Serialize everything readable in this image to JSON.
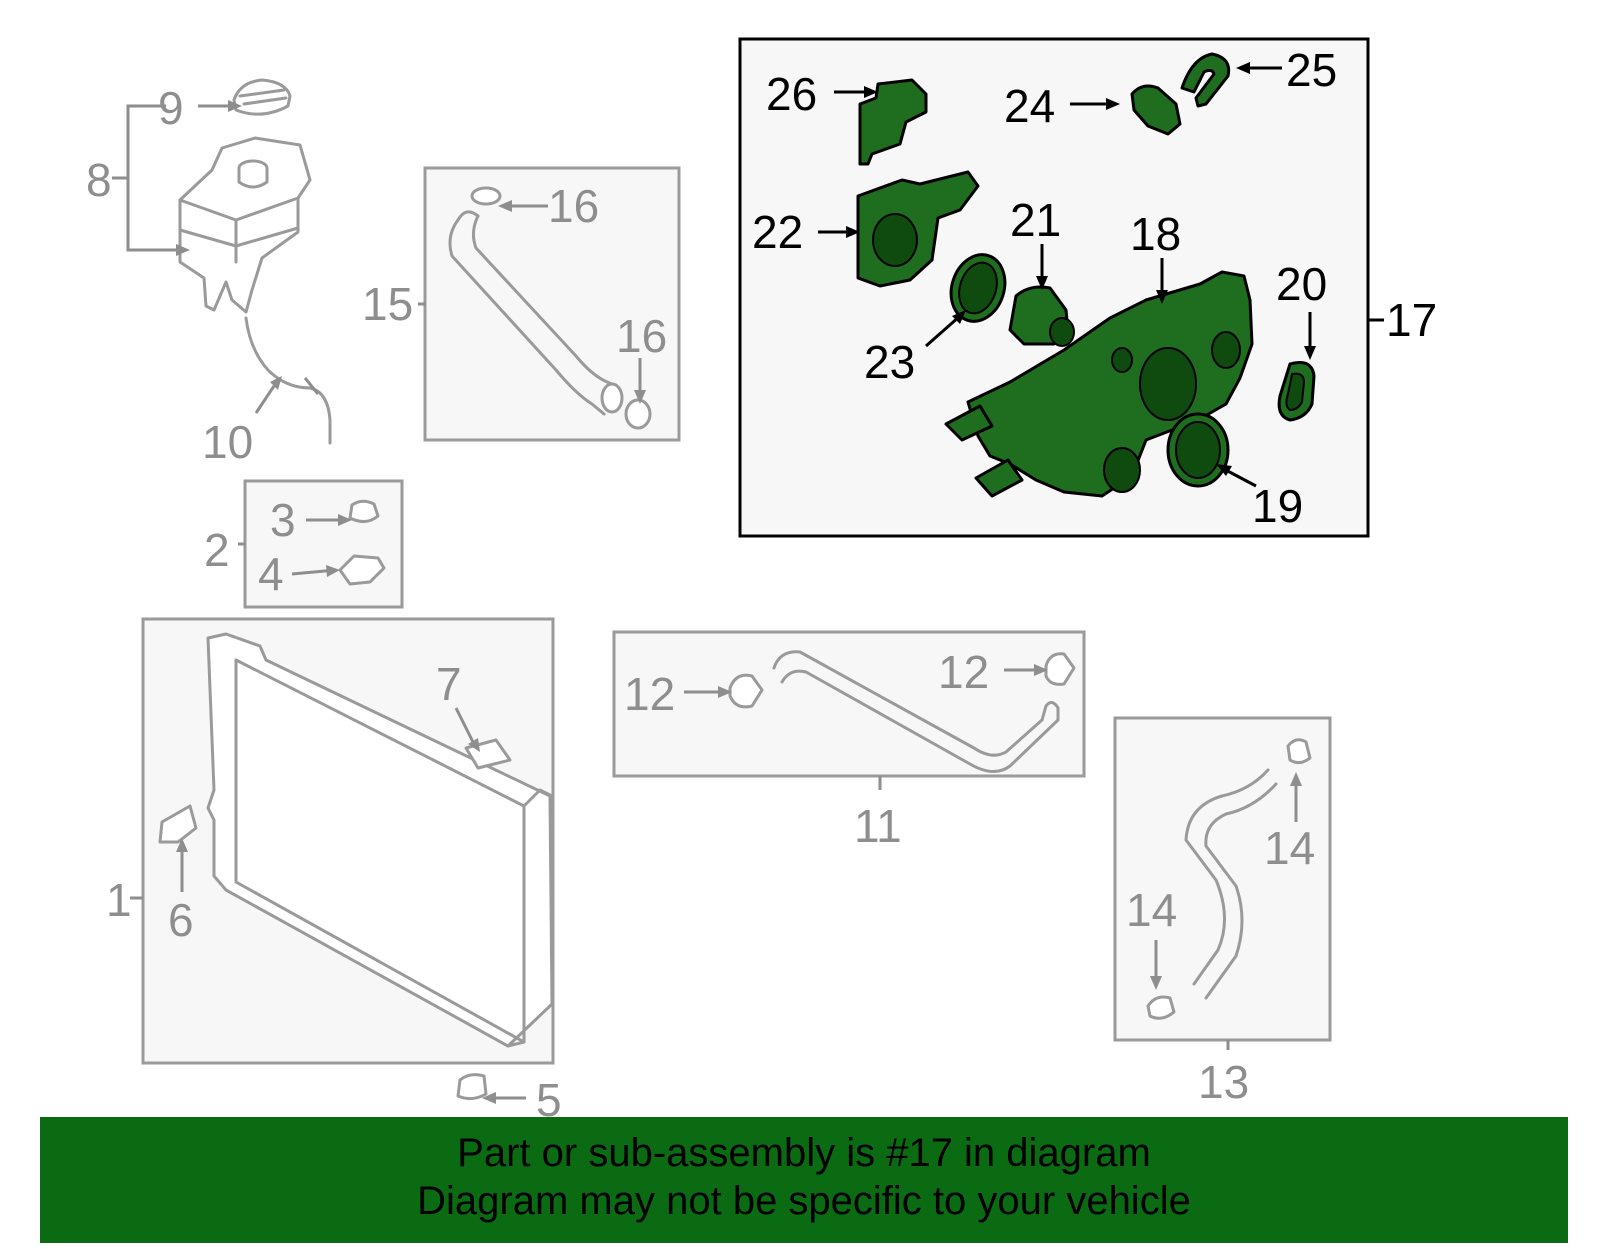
{
  "callouts": {
    "c1": "1",
    "c2": "2",
    "c3": "3",
    "c4": "4",
    "c5": "5",
    "c6": "6",
    "c7": "7",
    "c8": "8",
    "c9": "9",
    "c10": "10",
    "c11": "11",
    "c12a": "12",
    "c12b": "12",
    "c13": "13",
    "c14a": "14",
    "c14b": "14",
    "c15": "15",
    "c16a": "16",
    "c16b": "16",
    "c17": "17",
    "c18": "18",
    "c19": "19",
    "c20": "20",
    "c21": "21",
    "c22": "22",
    "c23": "23",
    "c24": "24",
    "c25": "25",
    "c26": "26"
  },
  "banner": {
    "line1": "Part or sub-assembly is #17 in diagram",
    "line2": "Diagram may not be specific to your vehicle"
  },
  "colors": {
    "highlight_parts": "#1f6e1f",
    "banner_bg": "#0b6b12",
    "grey_parts": "#9a9a9a",
    "grey_labels": "#8e8e8e"
  }
}
